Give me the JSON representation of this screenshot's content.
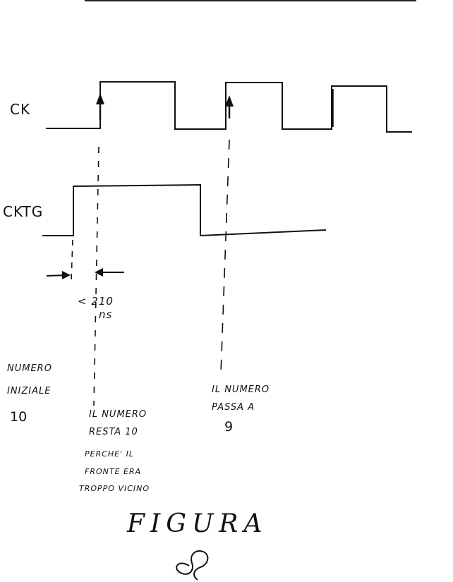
{
  "signals": {
    "ck_label": "CK",
    "cktg_label": "CKTG"
  },
  "annotations": {
    "interval_value": "< 210",
    "interval_unit": "ns",
    "initial_line1": "NUMERO",
    "initial_line2": "INIZIALE",
    "initial_value": "10",
    "stays_line1": "IL NUMERO",
    "stays_line2": "RESTA 10",
    "stays_line3": "PERCHE' IL",
    "stays_line4": "FRONTE ERA",
    "stays_line5": "TROPPO VICINO",
    "passes_line1": "IL NUMERO",
    "passes_line2": "PASSA A",
    "passes_value": "9"
  },
  "figure": {
    "title": "FIGURA",
    "number": "8"
  },
  "colors": {
    "ink": "#111111",
    "paper": "#ffffff"
  }
}
